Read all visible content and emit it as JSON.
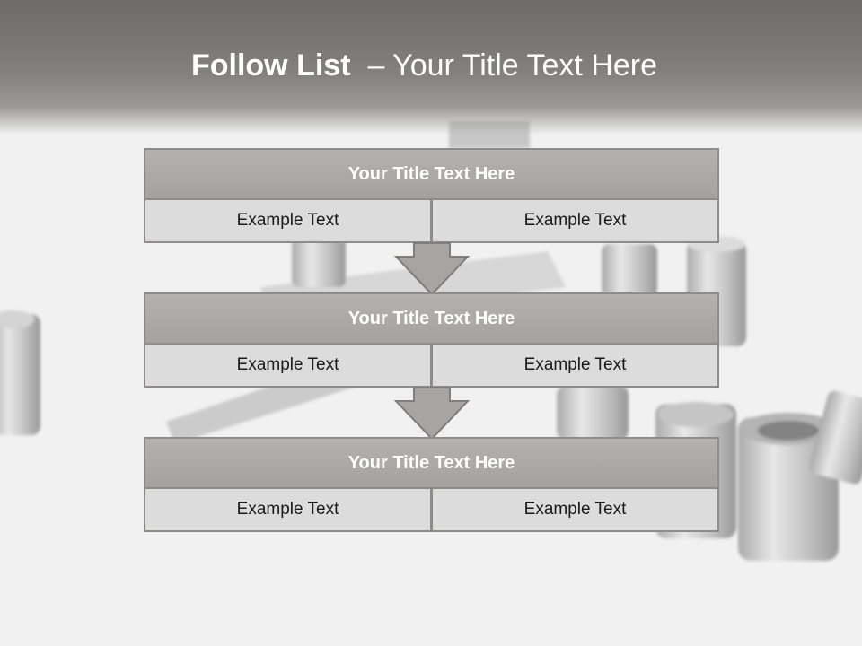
{
  "slide": {
    "title_bold": "Follow List",
    "title_rest": "– Your Title Text Here"
  },
  "steps": [
    {
      "title": "Your Title Text Here",
      "left": "Example Text",
      "right": "Example Text"
    },
    {
      "title": "Your Title Text Here",
      "left": "Example Text",
      "right": "Example Text"
    },
    {
      "title": "Your Title Text Here",
      "left": "Example Text",
      "right": "Example Text"
    }
  ],
  "colors": {
    "header": "#7a7976",
    "box_title": "#a9a8a4",
    "box_cell": "#dcdcdc",
    "border": "#8d8c89"
  }
}
